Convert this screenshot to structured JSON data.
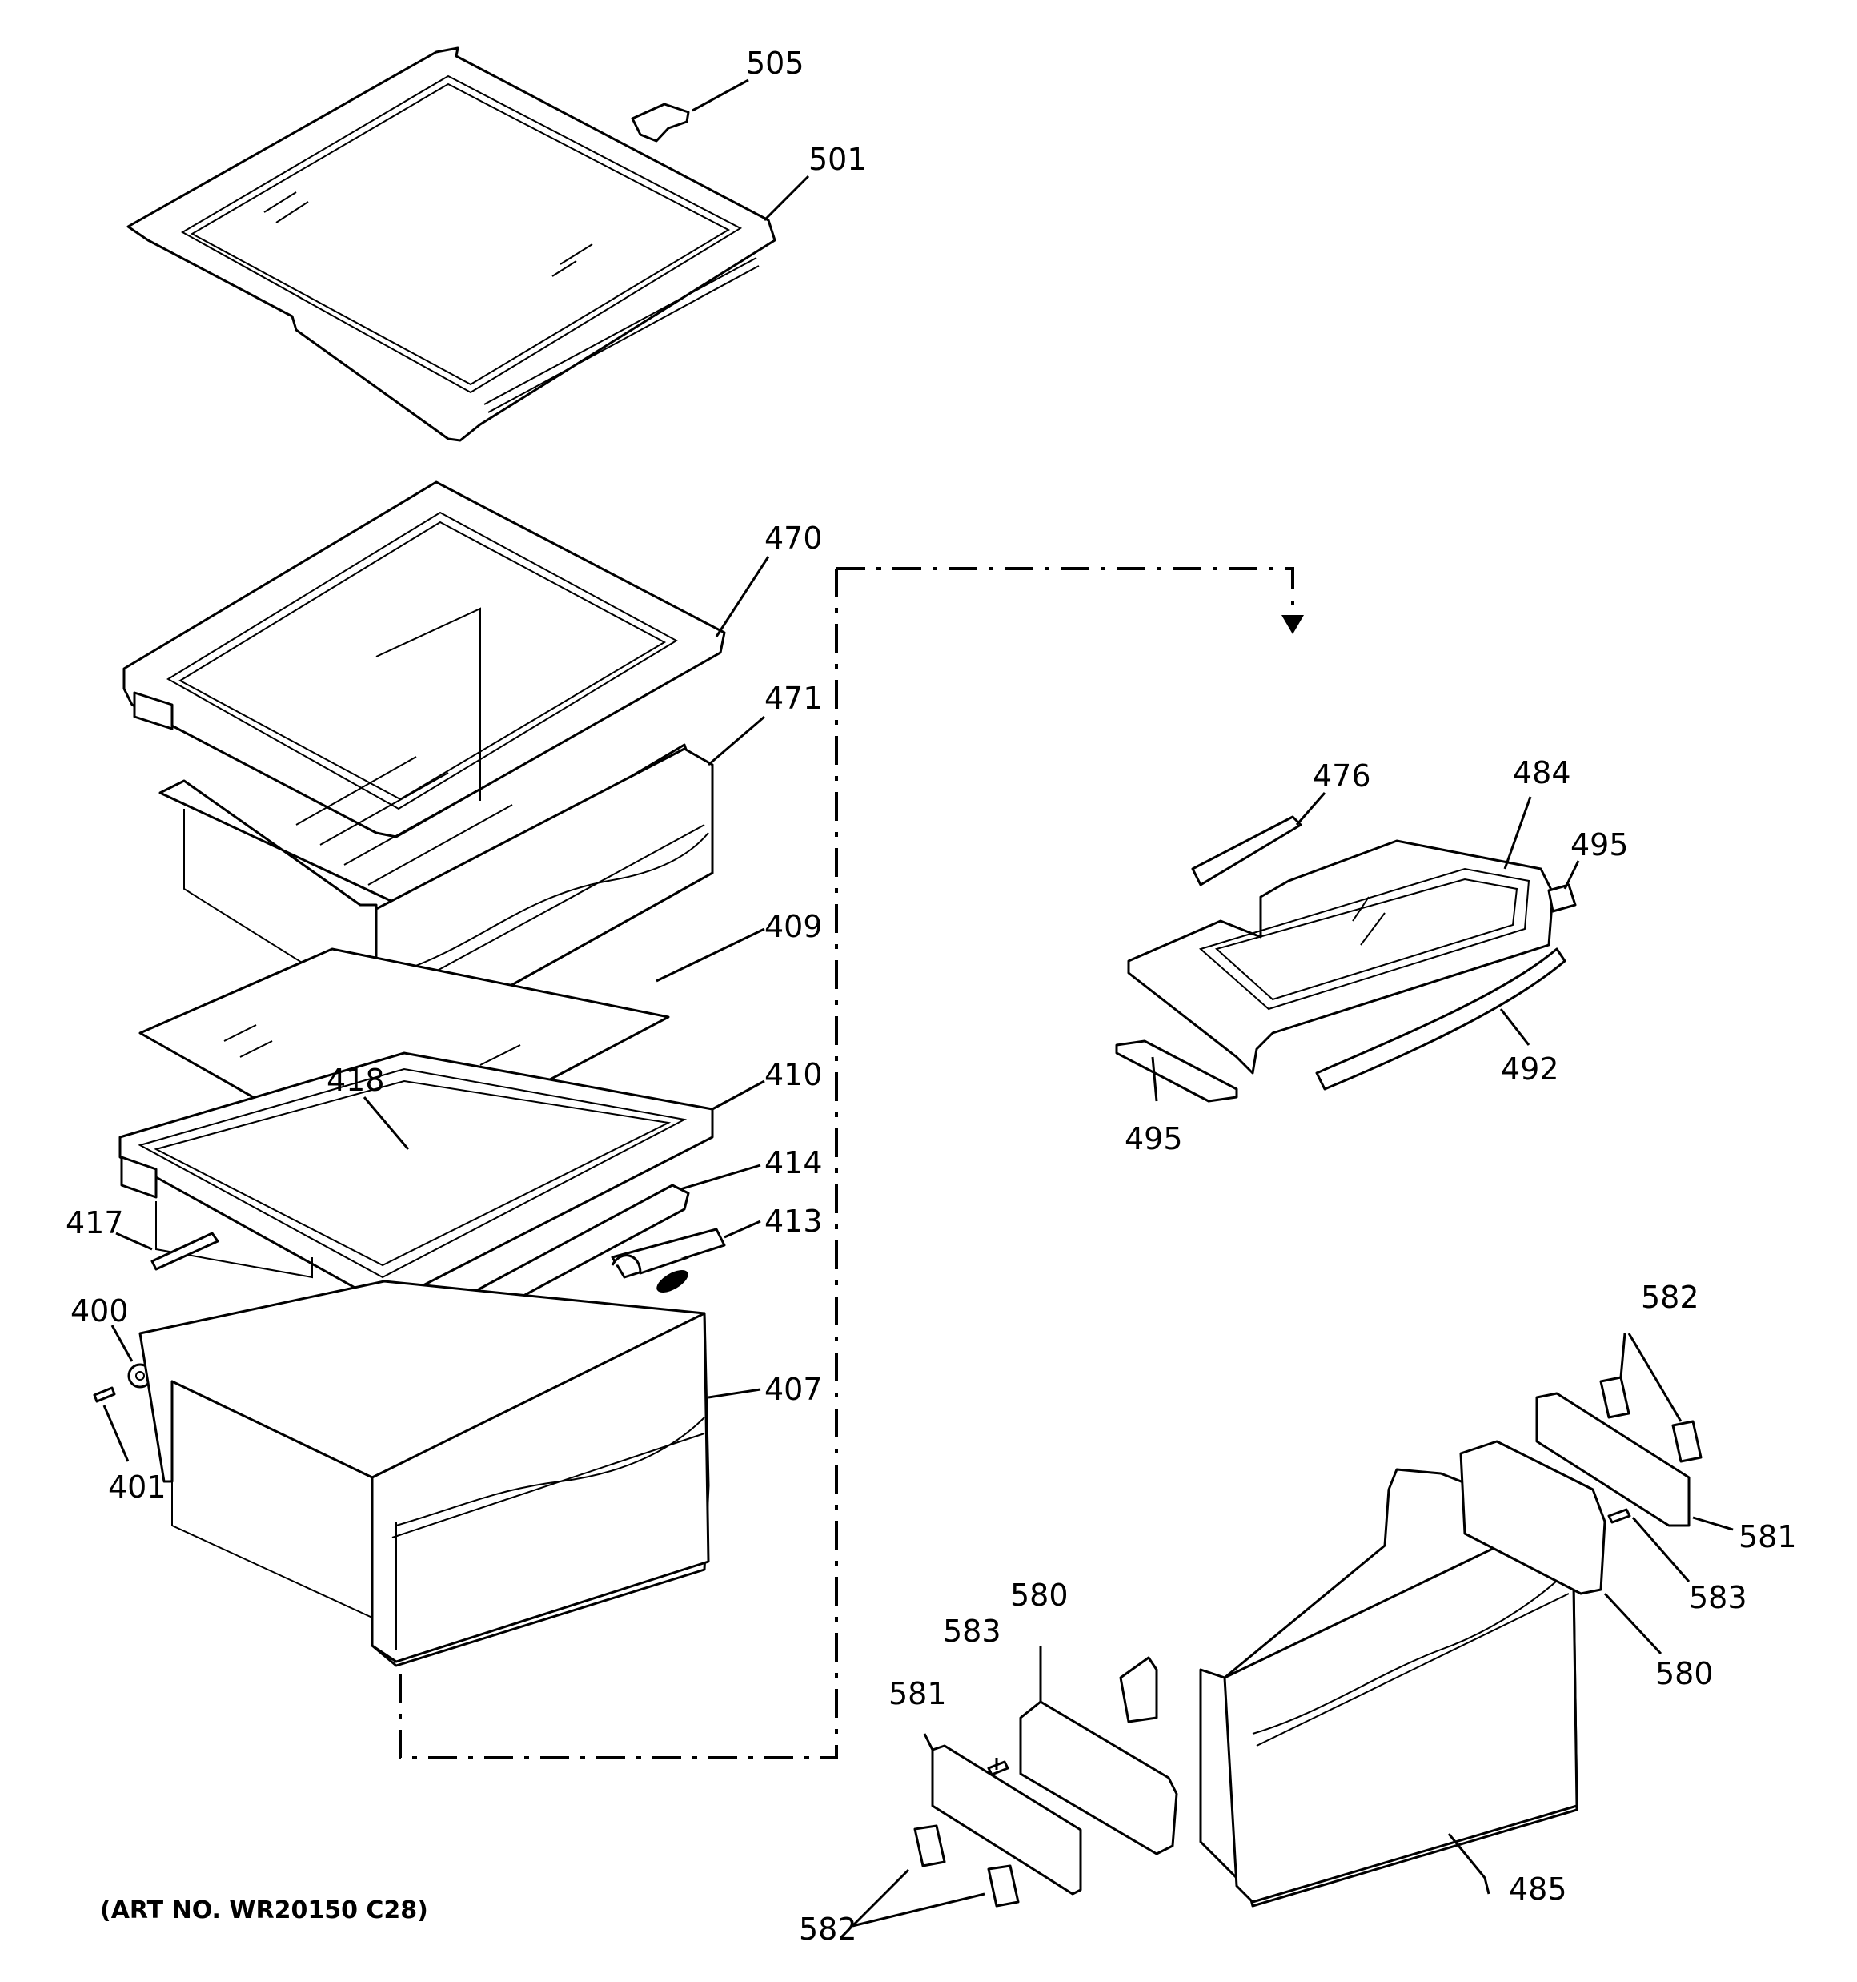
{
  "labels": {
    "l505": "505",
    "l501": "501",
    "l470": "470",
    "l471": "471",
    "l409": "409",
    "l418": "418",
    "l410": "410",
    "l414": "414",
    "l417": "417",
    "l413": "413",
    "l400": "400",
    "l401": "401",
    "l407": "407",
    "l476": "476",
    "l484": "484",
    "l495a": "495",
    "l492": "492",
    "l495b": "495",
    "l582a": "582",
    "l581a": "581",
    "l583a": "583",
    "l580a": "580",
    "l580b": "580",
    "l583b": "583",
    "l581b": "581",
    "l485": "485",
    "l582b": "582"
  },
  "art_number": "(ART NO. WR20150 C28)"
}
